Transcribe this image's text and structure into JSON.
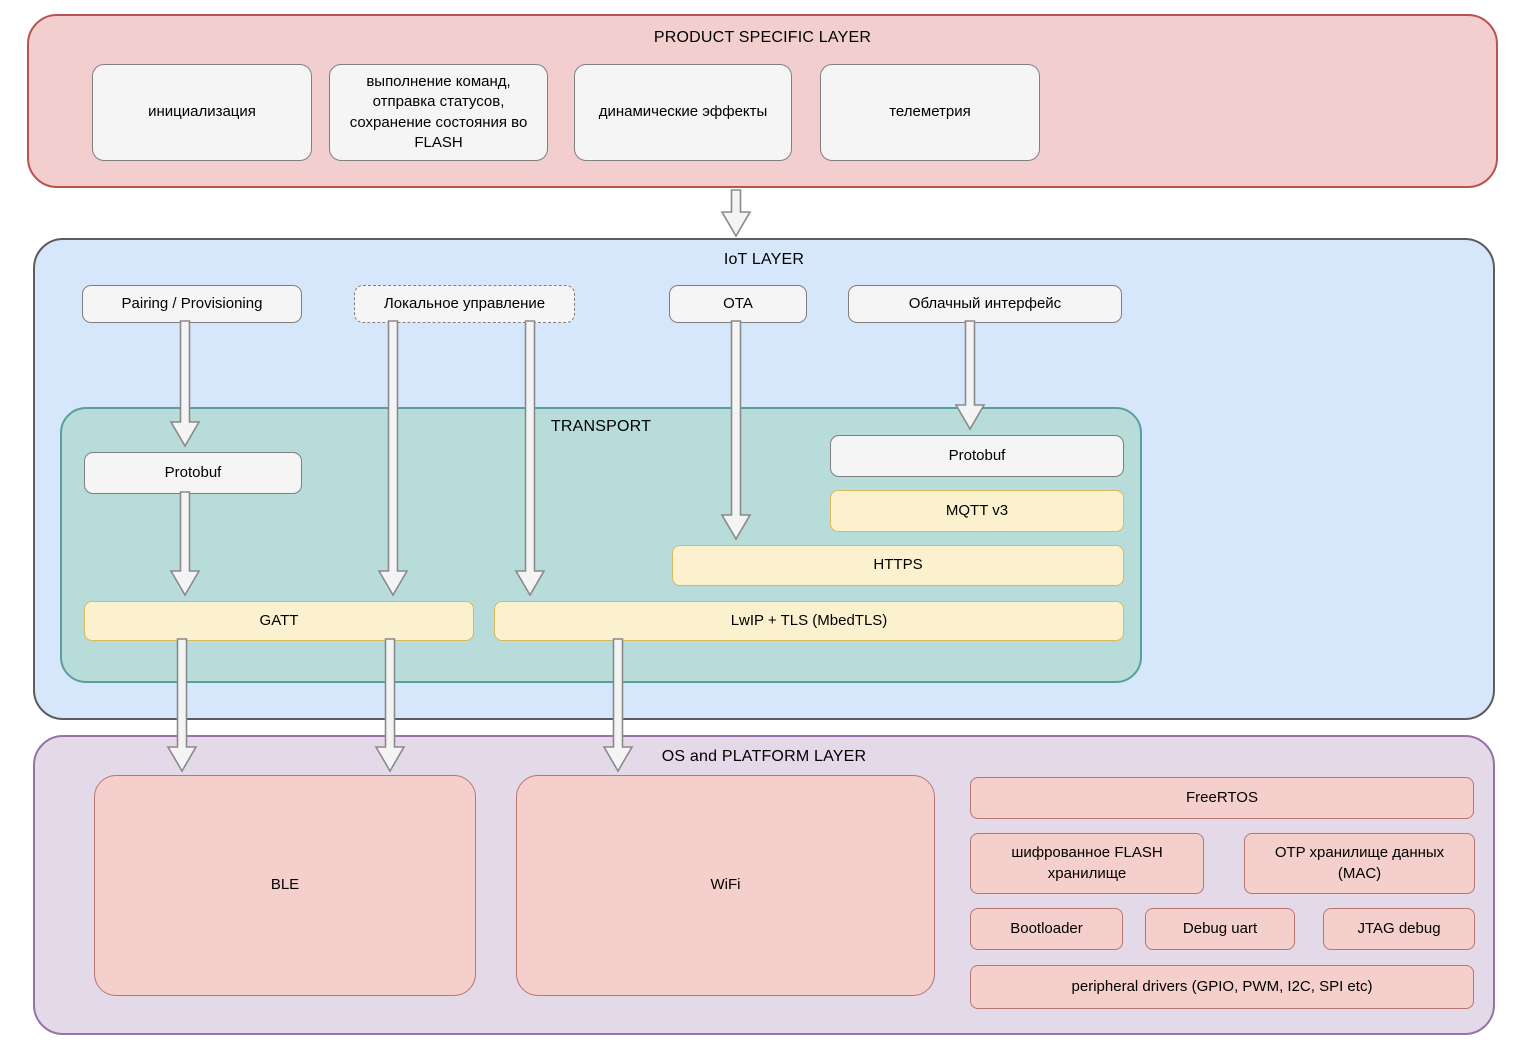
{
  "product_layer": {
    "title": "PRODUCT SPECIFIC LAYER",
    "boxes": [
      {
        "label": "инициализация"
      },
      {
        "label": "выполнение команд, отправка статусов, сохранение состояния во FLASH"
      },
      {
        "label": "динамические эффекты"
      },
      {
        "label": "телеметрия"
      }
    ]
  },
  "iot_layer": {
    "title": "IoT LAYER",
    "boxes": [
      {
        "label": "Pairing / Provisioning",
        "border": "solid"
      },
      {
        "label": "Локальное управление",
        "border": "dashed"
      },
      {
        "label": "OTA",
        "border": "solid"
      },
      {
        "label": "Облачный интерфейс",
        "border": "solid"
      }
    ],
    "transport": {
      "title": "TRANSPORT",
      "protobuf_left": {
        "label": "Protobuf"
      },
      "protobuf_right": {
        "label": "Protobuf"
      },
      "mqtt": {
        "label": "MQTT v3"
      },
      "https": {
        "label": "HTTPS"
      },
      "gatt": {
        "label": "GATT"
      },
      "lwip_tls": {
        "label": "LwIP + TLS (MbedTLS)"
      }
    }
  },
  "os_layer": {
    "title": "OS and PLATFORM LAYER",
    "ble": {
      "label": "BLE"
    },
    "wifi": {
      "label": "WiFi"
    },
    "freertos": {
      "label": "FreeRTOS"
    },
    "flash_storage": {
      "label": "шифрованное FLASH хранилище"
    },
    "otp_storage": {
      "label": "OTP хранилище данных (MAC)"
    },
    "bootloader": {
      "label": "Bootloader"
    },
    "debug_uart": {
      "label": "Debug uart"
    },
    "jtag_debug": {
      "label": "JTAG debug"
    },
    "peripheral_drivers": {
      "label": "peripheral drivers (GPIO, PWM, I2C, SPI etc)"
    }
  },
  "colors": {
    "product_fill": "#f2cfce",
    "product_stroke": "#b85450",
    "iot_fill": "#d6e6fb",
    "iot_stroke": "#5c5c5c",
    "transport_fill": "#b7dcda",
    "transport_stroke": "#58a09b",
    "os_fill": "#e3d9e8",
    "os_stroke": "#9673a6",
    "node_gray_fill": "#f5f5f5",
    "node_gray_stroke": "#7f7f7f",
    "node_yellow_fill": "#fbf1ce",
    "node_yellow_stroke": "#d7ba5e",
    "node_pink_fill": "#f5cfcb",
    "node_pink_stroke": "#b97571",
    "arrow_fill": "#f4f4f4",
    "arrow_stroke": "#8a8a8a"
  }
}
